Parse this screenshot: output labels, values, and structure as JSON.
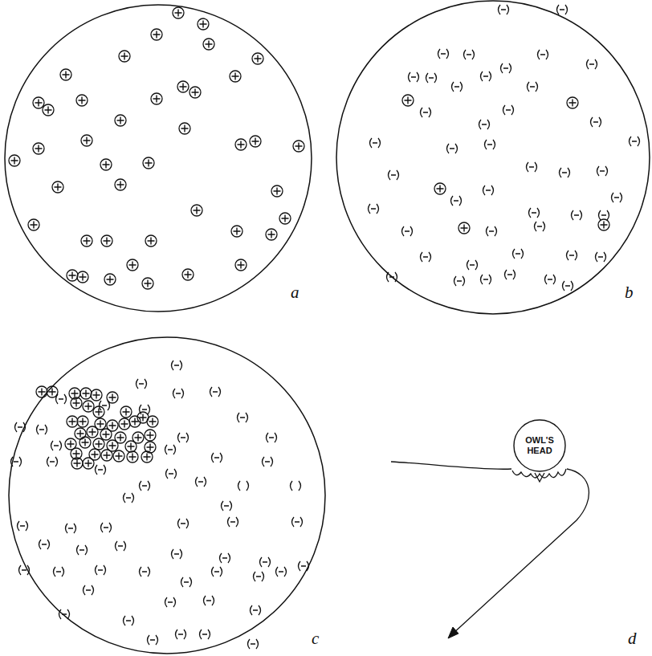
{
  "diagram": {
    "nodes": [
      {
        "text": [
          "OWL'S HEAD"
        ]
      }
    ],
    "labels": [
      "a",
      "b",
      "c",
      "d"
    ]
  }
}
